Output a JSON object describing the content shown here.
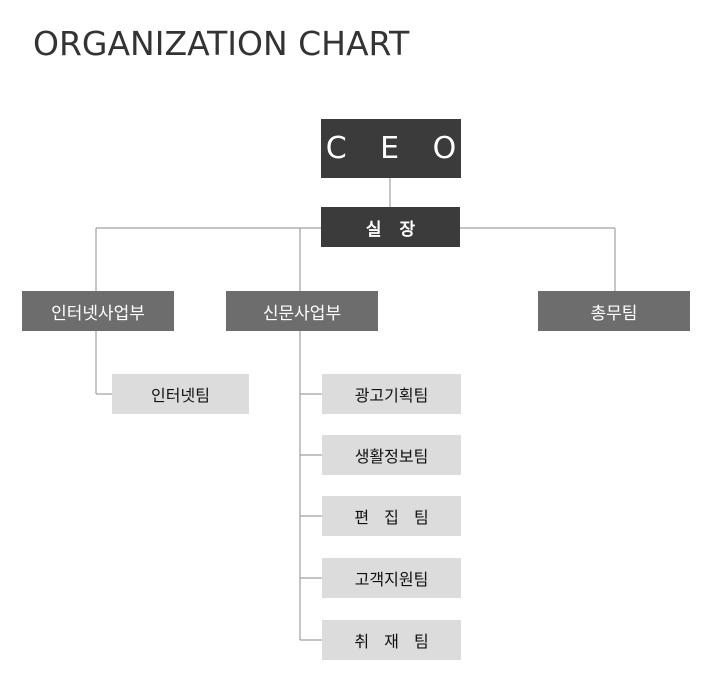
{
  "title": "ORGANIZATION CHART",
  "colors": {
    "top_box": "#3b3b3b",
    "division_box": "#6d6d6d",
    "team_box": "#dcdcdc",
    "connector": "#a0a0a0"
  },
  "chart": {
    "ceo": "C E O",
    "executive": "실 장",
    "divisions": {
      "internet": "인터넷사업부",
      "newspaper": "신문사업부",
      "general_affairs": "총무팀"
    },
    "internet_teams": [
      "인터넷팀"
    ],
    "newspaper_teams": [
      "광고기획팀",
      "생활정보팀",
      "편 집 팀",
      "고객지원팀",
      "취 재 팀"
    ]
  }
}
